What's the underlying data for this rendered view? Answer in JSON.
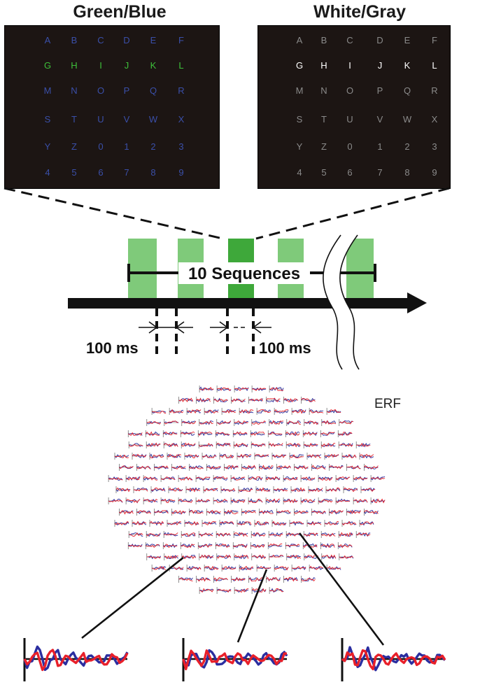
{
  "panels": {
    "left": {
      "title": "Green/Blue",
      "rows": [
        [
          "A",
          "B",
          "C",
          "D",
          "E",
          "F"
        ],
        [
          "G",
          "H",
          "I",
          "J",
          "K",
          "L"
        ],
        [
          "M",
          "N",
          "O",
          "P",
          "Q",
          "R"
        ],
        [
          "S",
          "T",
          "U",
          "V",
          "W",
          "X"
        ],
        [
          "Y",
          "Z",
          "0",
          "1",
          "2",
          "3"
        ],
        [
          "4",
          "5",
          "6",
          "7",
          "8",
          "9"
        ]
      ],
      "highlight_row": 1,
      "colors": {
        "background": "#1c1513",
        "normal": "#3a4fa8",
        "highlight": "#3ec03a"
      }
    },
    "right": {
      "title": "White/Gray",
      "rows": [
        [
          "A",
          "B",
          "C",
          "D",
          "E",
          "F"
        ],
        [
          "G",
          "H",
          "I",
          "J",
          "K",
          "L"
        ],
        [
          "M",
          "N",
          "O",
          "P",
          "Q",
          "R"
        ],
        [
          "S",
          "T",
          "U",
          "V",
          "W",
          "X"
        ],
        [
          "Y",
          "Z",
          "0",
          "1",
          "2",
          "3"
        ],
        [
          "4",
          "5",
          "6",
          "7",
          "8",
          "9"
        ]
      ],
      "highlight_row": 1,
      "colors": {
        "background": "#1c1513",
        "normal": "#8a8a8a",
        "highlight": "#ffffff"
      }
    }
  },
  "timeline": {
    "sequence_label": "10 Sequences",
    "interval_left": "100 ms",
    "interval_right": "100 ms",
    "colors": {
      "flash_light": "#7fca7a",
      "flash_dark": "#3ea83a",
      "axis": "#111111"
    }
  },
  "erf": {
    "label": "ERF",
    "colors": {
      "trace_a": "#e8202a",
      "trace_b": "#2b2ea0"
    }
  }
}
